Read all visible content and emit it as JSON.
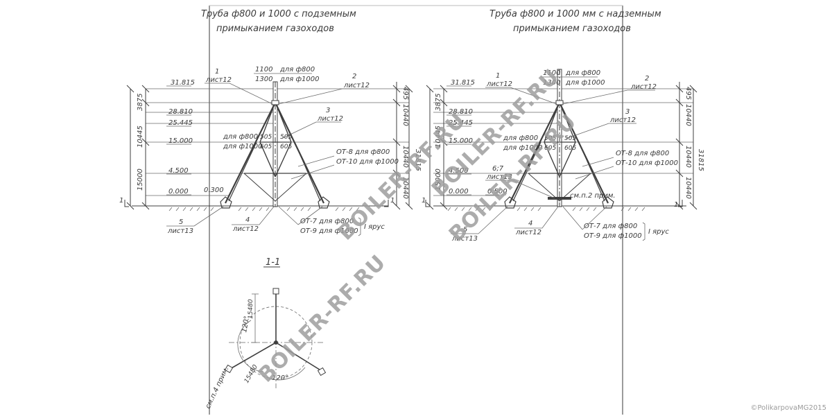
{
  "left_view": {
    "title_line1": "Труба ф800 и 1000 с подземным",
    "title_line2": "примыканием газоходов",
    "levels": [
      "31.815",
      "28.810",
      "25.445",
      "15.000",
      "4.500",
      "0.000"
    ],
    "level_0300": "0.300",
    "dims_left": [
      "3875",
      "10445",
      "15000"
    ],
    "dims_right": [
      "495",
      "10440",
      "10440",
      "10440",
      "31815"
    ],
    "top_dims": [
      "1100",
      "1300"
    ],
    "for_800": "для ф800",
    "for_1000": "для ф1000",
    "mid_dims": [
      "505",
      "605",
      "505",
      "605"
    ],
    "callout_1": "1",
    "callout_1_sheet": "лист12",
    "callout_2": "2",
    "callout_2_sheet": "лист12",
    "callout_3": "3",
    "callout_3_sheet": "лист12",
    "callout_4": "4",
    "callout_4_sheet": "лист12",
    "callout_5": "5",
    "callout_5_sheet": "лист13",
    "ot8": "ОТ-8 для ф800",
    "ot10": "ОТ-10 для ф1000",
    "ot7": "ОТ-7 для ф800",
    "ot9": "ОТ-9 для ф1000",
    "tier": "I ярус",
    "section_mark": "1",
    "section_title": "1-1",
    "plan_dims": [
      "15480",
      "15480"
    ],
    "plan_angles": [
      "120°",
      "120°"
    ],
    "plan_note": "см.п.4 прим."
  },
  "right_view": {
    "title_line1": "Труба ф800 и 1000 мм с надземным",
    "title_line2": "примыканием газоходов",
    "levels": [
      "31.815",
      "28.810",
      "25.445",
      "15.000",
      "4.500",
      "0.000"
    ],
    "level_0500": "0.500",
    "dims_left": [
      "3875",
      "10445",
      "15000"
    ],
    "dims_right": [
      "495",
      "10440",
      "10440",
      "10440",
      "31815"
    ],
    "top_dims": [
      "1100",
      "1300"
    ],
    "for_800": "для ф800",
    "for_1000": "для ф1000",
    "mid_dims": [
      "505",
      "605",
      "505",
      "605"
    ],
    "callout_1": "1",
    "callout_1_sheet": "лист12",
    "callout_2": "2",
    "callout_2_sheet": "лист12",
    "callout_3": "3",
    "callout_3_sheet": "лист12",
    "callout_4": "4",
    "callout_4_sheet": "лист12",
    "callout_5": "5",
    "callout_5_sheet": "лист13",
    "callout_67": "6;7",
    "callout_67_sheet": "лист13",
    "ot8": "ОТ-8 для ф800",
    "ot10": "ОТ-10 для ф1000",
    "ot7": "ОТ-7 для ф800",
    "ot9": "ОТ-9 для ф1000",
    "tier": "I ярус",
    "note": "см.п.2 прим.",
    "section_mark": "1"
  },
  "watermarks": [
    "BOILER-RF.RU",
    "BOILER-RF.RU",
    "BOILER-RF.RU",
    "BOILER-RF.RU"
  ],
  "copyright": "©PolikarpovaMG2015"
}
